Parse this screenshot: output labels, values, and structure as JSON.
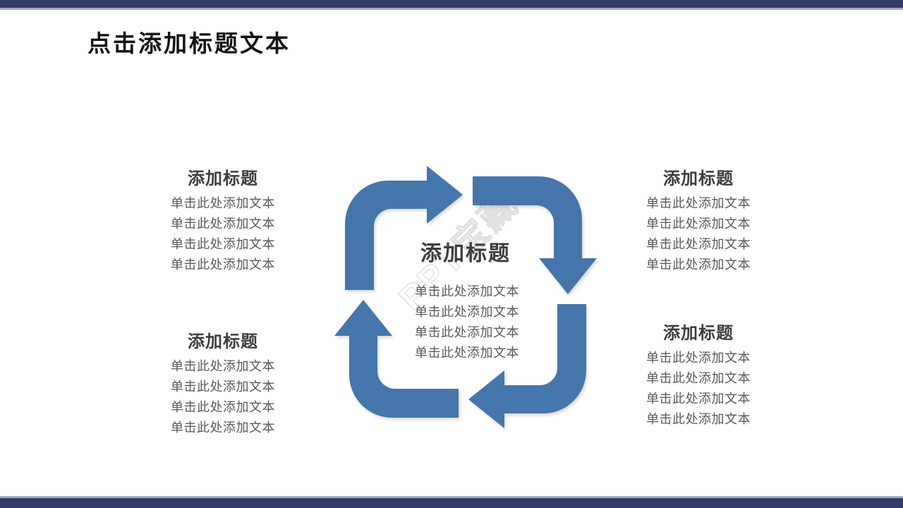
{
  "colors": {
    "bar-navy": "#343D67",
    "bar-edge": "#A2A9C8",
    "arrow-blue": "#4576AB",
    "title-text": "#141414",
    "heading-text": "#3D3D3D",
    "body-text": "#595959",
    "watermark-stroke": "#DFDFDF",
    "slide-bg": "#FFFFFF"
  },
  "slide": {
    "title": "点击添加标题文本"
  },
  "watermark": {
    "text": "PPT宝藏"
  },
  "center": {
    "heading": "添加标题",
    "lines": [
      "单击此处添加文本",
      "单击此处添加文本",
      "单击此处添加文本",
      "单击此处添加文本"
    ]
  },
  "blocks": [
    {
      "id": "top-left",
      "heading": "添加标题",
      "lines": [
        "单击此处添加文本",
        "单击此处添加文本",
        "单击此处添加文本",
        "单击此处添加文本"
      ]
    },
    {
      "id": "top-right",
      "heading": "添加标题",
      "lines": [
        "单击此处添加文本",
        "单击此处添加文本",
        "单击此处添加文本",
        "单击此处添加文本"
      ]
    },
    {
      "id": "bottom-left",
      "heading": "添加标题",
      "lines": [
        "单击此处添加文本",
        "单击此处添加文本",
        "单击此处添加文本",
        "单击此处添加文本"
      ]
    },
    {
      "id": "bottom-right",
      "heading": "添加标题",
      "lines": [
        "单击此处添加文本",
        "单击此处添加文本",
        "单击此处添加文本",
        "单击此处添加文本"
      ]
    }
  ]
}
